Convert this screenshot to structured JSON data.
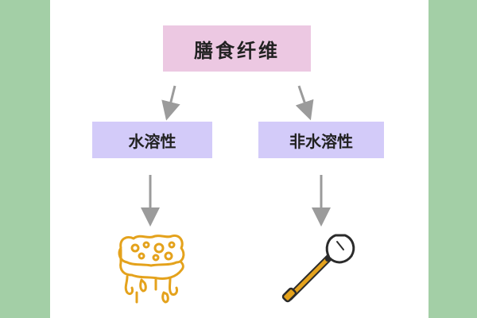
{
  "root": {
    "label": "膳食纤维"
  },
  "children": [
    {
      "label": "水溶性",
      "illustration": "sponge-icon"
    },
    {
      "label": "非水溶性",
      "illustration": "shovel-icon"
    }
  ],
  "colors": {
    "background_side": "#a3cfa6",
    "panel": "#ffffff",
    "root_box": "#ecc8e2",
    "child_box": "#d3cbf9",
    "arrow": "#9b9b9b",
    "icon_stroke": "#e4a21c",
    "icon_dark": "#2b2b2b"
  }
}
